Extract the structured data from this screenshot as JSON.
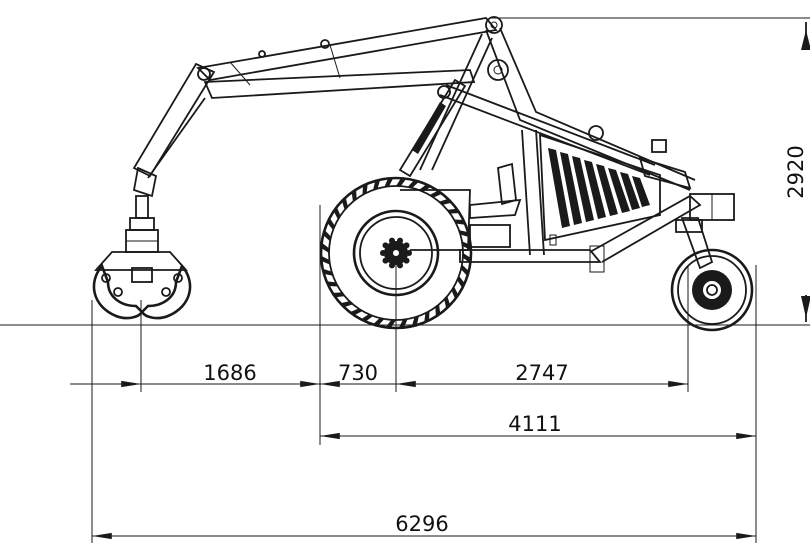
{
  "drawing": {
    "dimensions": {
      "boom_reach": "1686",
      "front_overhang": "730",
      "wheelbase": "2747",
      "body_length": "4111",
      "total_length": "6296",
      "height": "2920"
    }
  }
}
